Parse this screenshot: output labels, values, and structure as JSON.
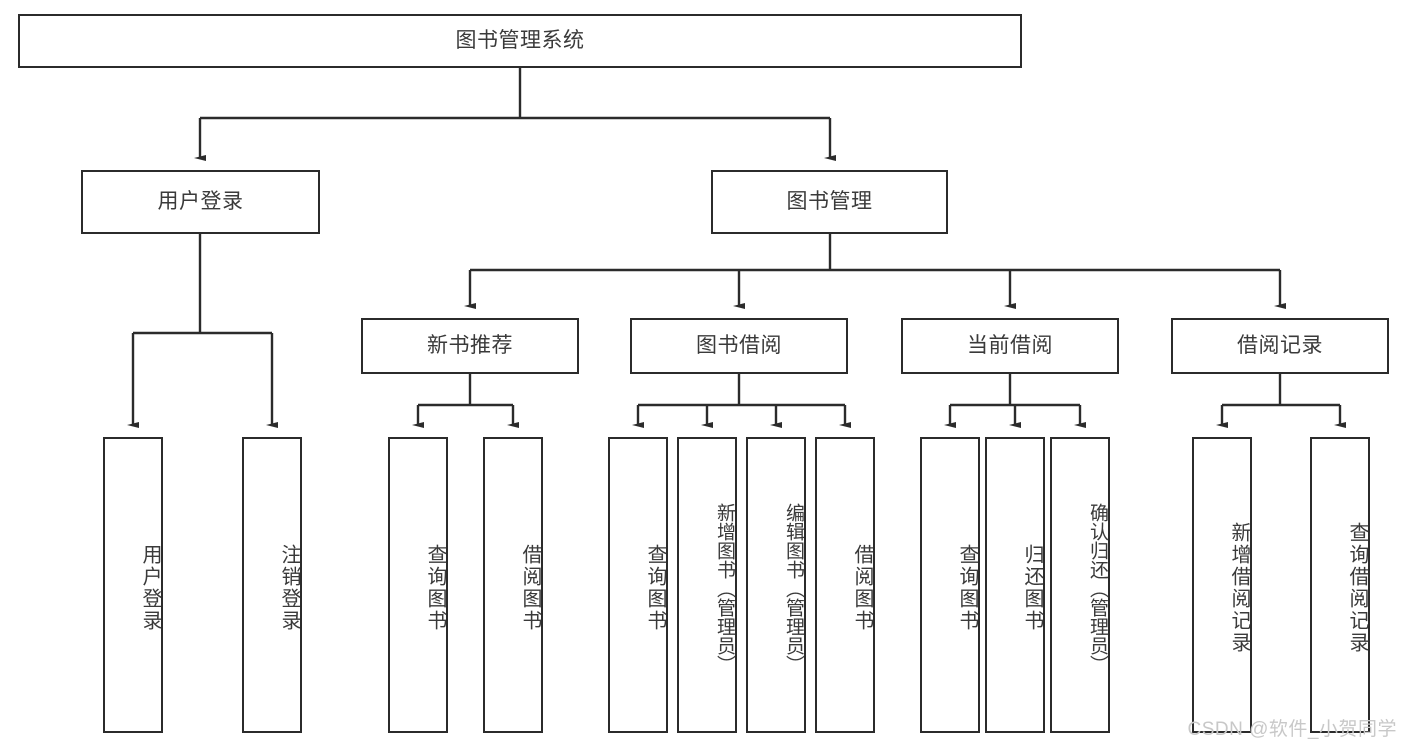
{
  "diagram": {
    "title": "图书管理系统",
    "type": "tree-hierarchy-chart",
    "colors": {
      "box_border": "#2b2b2b",
      "box_fill": "#ffffff",
      "connector": "#2b2b2b",
      "text": "#3a3a3a",
      "watermark": "#c8c8c8"
    }
  },
  "root": {
    "label": "图书管理系统"
  },
  "level2": [
    {
      "label": "用户登录"
    },
    {
      "label": "图书管理"
    }
  ],
  "level3": [
    {
      "label": "新书推荐"
    },
    {
      "label": "图书借阅"
    },
    {
      "label": "当前借阅"
    },
    {
      "label": "借阅记录"
    }
  ],
  "leaves": {
    "user_login": [
      {
        "label": "用户登录"
      },
      {
        "label": "注销登录"
      }
    ],
    "new_book": [
      {
        "label": "查询图书"
      },
      {
        "label": "借阅图书"
      }
    ],
    "borrow_book": [
      {
        "label": "查询图书"
      },
      {
        "label": "新增图书（管理员）"
      },
      {
        "label": "编辑图书（管理员）"
      },
      {
        "label": "借阅图书"
      }
    ],
    "current_borrow": [
      {
        "label": "查询图书"
      },
      {
        "label": "归还图书"
      },
      {
        "label": "确认归还（管理员）"
      }
    ],
    "borrow_record": [
      {
        "label": "新增借阅记录"
      },
      {
        "label": "查询借阅记录"
      }
    ]
  },
  "watermark": {
    "text": "CSDN @软件_小贺同学"
  }
}
